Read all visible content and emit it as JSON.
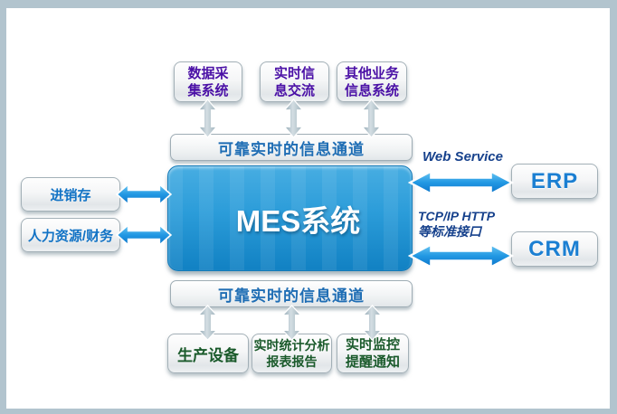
{
  "diagram": {
    "center_box": {
      "label": "MES系统"
    },
    "top_channel": {
      "label": "可靠实时的信息通道"
    },
    "bottom_channel": {
      "label": "可靠实时的信息通道"
    },
    "top_systems": [
      {
        "label": "数据采\n集系统"
      },
      {
        "label": "实时信\n息交流"
      },
      {
        "label": "其他业务\n信息系统"
      }
    ],
    "left_systems": [
      {
        "label": "进销存"
      },
      {
        "label": "人力资源/财务"
      }
    ],
    "right_systems": [
      {
        "label": "ERP",
        "interface_label": "Web Service"
      },
      {
        "label": "CRM",
        "interface_label": "TCP/IP HTTP\n等标准接口"
      }
    ],
    "bottom_systems": [
      {
        "label": "生产设备"
      },
      {
        "label": "实时统计分析\n报表报告"
      },
      {
        "label": "实时监控\n提醒通知"
      }
    ],
    "colors": {
      "frame": "#b2c4ce",
      "mes_blue_top": "#47ade2",
      "mes_blue_bottom": "#1181c3",
      "purple_text": "#4a10a6",
      "green_text": "#1a5a2b",
      "blue_text": "#1273c5",
      "channel_text": "#1e6db4",
      "interface_text": "#16418c",
      "arrow_blue": "#1287da",
      "arrow_silver": "#a5b8c2"
    }
  }
}
